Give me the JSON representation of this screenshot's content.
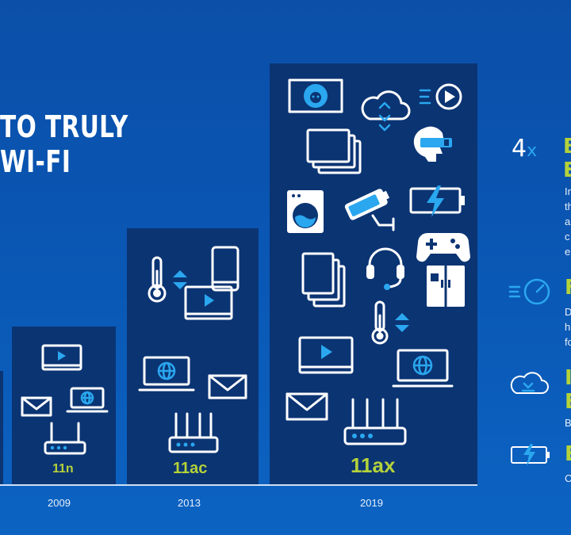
{
  "headline": {
    "line1": "TO TRULY",
    "line2": "WI-FI"
  },
  "generations": [
    {
      "year": "2009",
      "label": "11n"
    },
    {
      "year": "2013",
      "label": "11ac"
    },
    {
      "year": "2019",
      "label": "11ax"
    }
  ],
  "features": {
    "multiplier": {
      "number": "4",
      "suffix": "x"
    },
    "f1_title": "B\nE",
    "f1_body": "In\nth\na\nc\ne",
    "f2_title": "F",
    "f2_body": "D\nh\nfo",
    "f3_title": "I\nE",
    "f3_body": "B",
    "f4_title": "E",
    "f4_body": "C"
  },
  "colors": {
    "accent_green": "#b4d23a",
    "accent_blue": "#2aa7ef",
    "panel": "#0b3473"
  },
  "icons": [
    "monitor-icon",
    "envelope-icon",
    "laptop-globe-icon",
    "router-icon",
    "thermometer-icon",
    "phone-icon",
    "cloud-icon",
    "play-icon",
    "vr-headset-icon",
    "tablets-icon",
    "washing-machine-icon",
    "security-camera-icon",
    "battery-icon",
    "gamepad-icon",
    "headset-icon",
    "refrigerator-icon",
    "speedometer-icon",
    "cloud-download-icon"
  ]
}
